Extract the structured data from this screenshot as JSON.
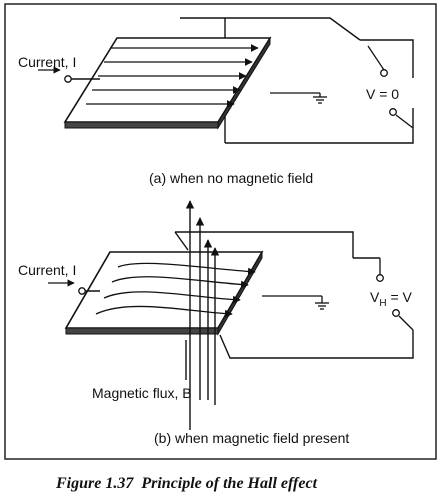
{
  "panel_a": {
    "current_label": "Current, I",
    "voltage_label": "V = 0",
    "caption": "(a) when no magnetic field"
  },
  "panel_b": {
    "current_label": "Current, I",
    "voltage_label": "V",
    "voltage_subscript": "H",
    "voltage_rhs": " = V",
    "flux_label": "Magnetic flux, B",
    "caption": "(b) when magnetic field present"
  },
  "figure_caption": "Figure 1.37  Principle of the Hall effect"
}
